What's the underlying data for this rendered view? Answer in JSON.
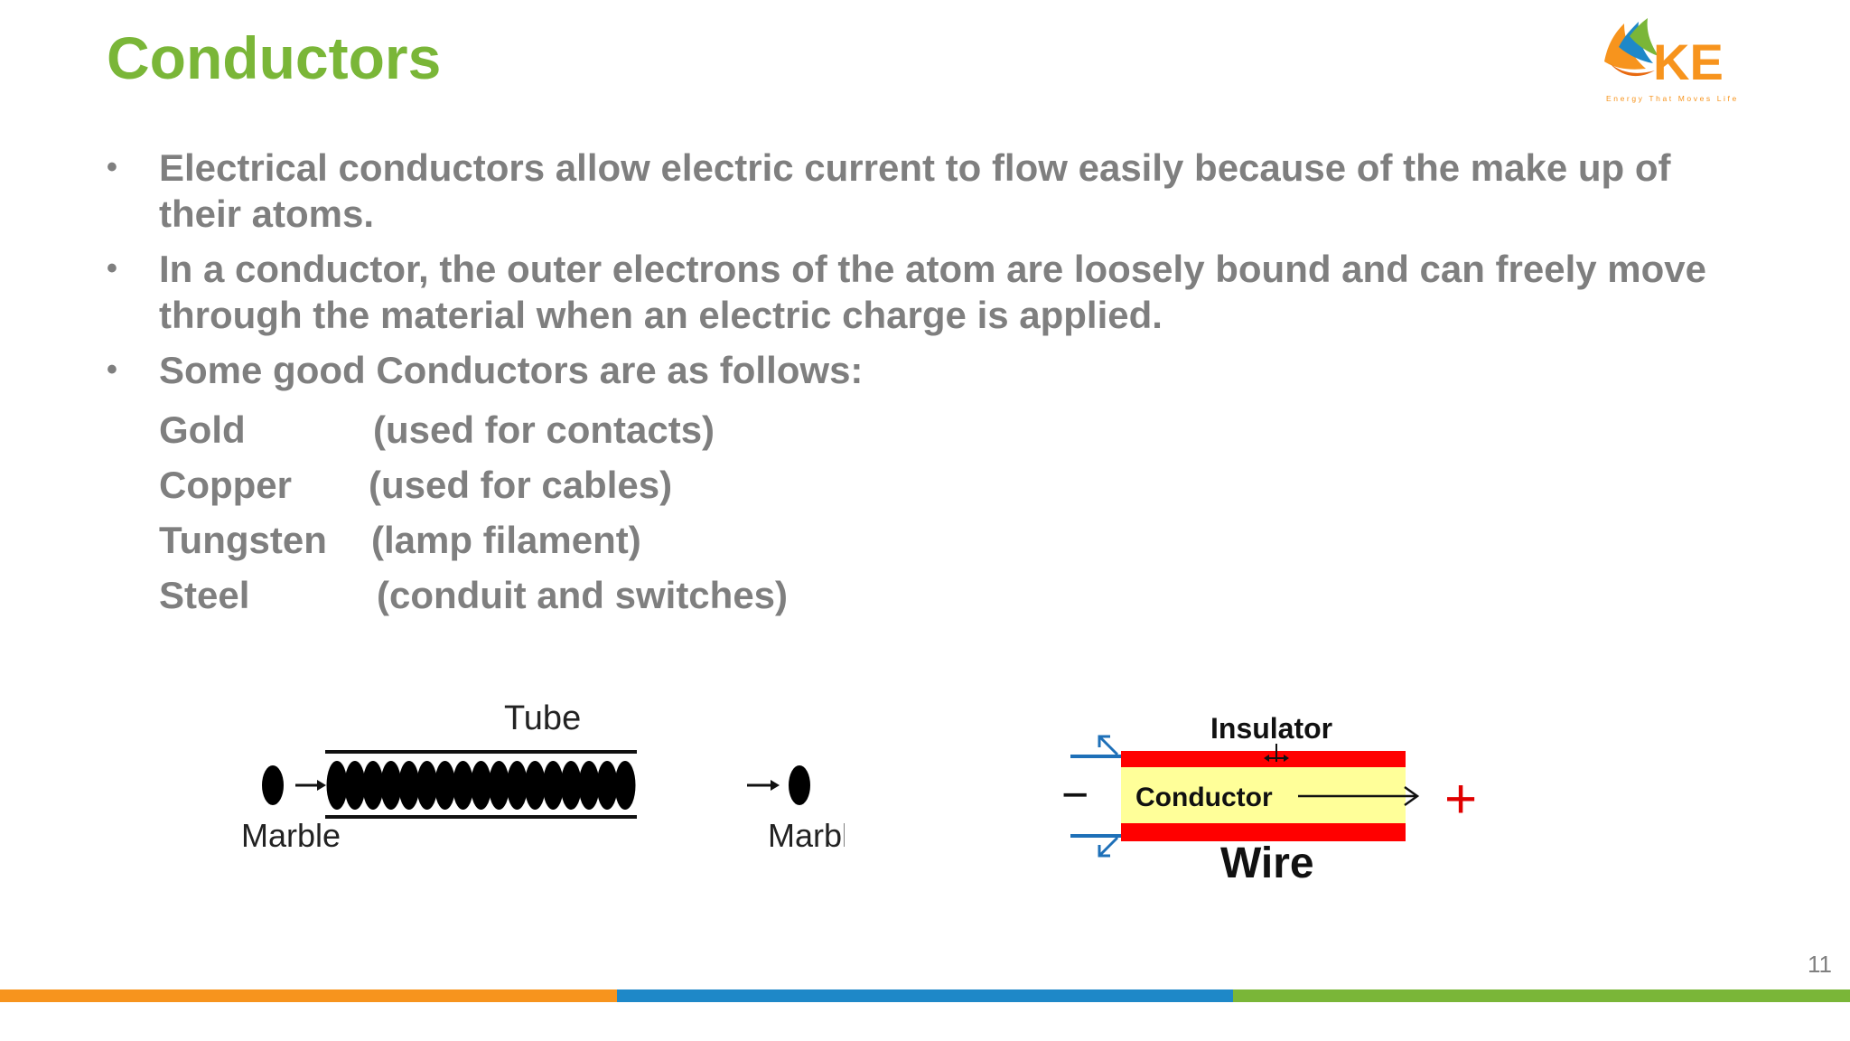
{
  "slide": {
    "title": "Conductors",
    "page_number": "11"
  },
  "logo": {
    "text": "KE",
    "tagline": "Energy That Moves Life",
    "color_text": "#f7941d",
    "color_wing_orange": "#f7941d",
    "color_wing_blue": "#1e88c8",
    "color_wing_green": "#7ab638"
  },
  "bullets": [
    "Electrical conductors allow electric current to flow easily because of the make up of their atoms.",
    "In a conductor, the outer electrons of the atom are loosely bound and can freely move through the material when an electric charge is applied.",
    "Some good Conductors are as follows:"
  ],
  "conductors": [
    {
      "name": "Gold",
      "use": "(used for contacts)"
    },
    {
      "name": "Copper",
      "use": "(used for cables)"
    },
    {
      "name": "Tungsten",
      "use": "(lamp filament)"
    },
    {
      "name": "Steel",
      "use": "(conduit and switches)"
    }
  ],
  "diagram_tube": {
    "tube_label": "Tube",
    "left_label": "Marble",
    "right_label": "Marble",
    "marbles_in_tube": 17
  },
  "diagram_wire": {
    "insulator_label": "Insulator",
    "conductor_label": "Conductor",
    "wire_label": "Wire",
    "minus_sign": "−",
    "plus_sign": "+",
    "color_insulator": "#ff0000",
    "color_conductor": "#ffff99"
  },
  "footer": {
    "colors": [
      "#f7941d",
      "#1e88c8",
      "#7ab638"
    ]
  }
}
